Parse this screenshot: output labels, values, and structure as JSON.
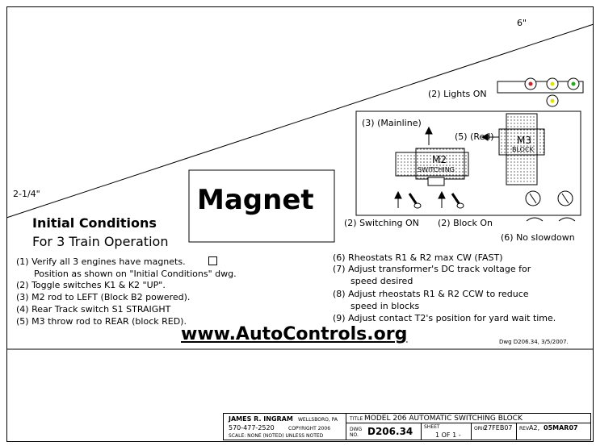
{
  "dimensions": {
    "width_label": "6\"",
    "height_label": "2-1/4\""
  },
  "magnet_label": "Magnet",
  "heading": {
    "line1": "Initial Conditions",
    "line2": "For 3 Train Operation"
  },
  "left_steps": [
    "(1)  Verify all 3 engines have magnets.",
    "Position as shown on \"Initial Conditions\" dwg.",
    "(2)  Toggle switches K1 & K2 \"UP\".",
    "(3)  M2 rod to LEFT (Block B2 powered).",
    "(4)  Rear Track switch S1 STRAIGHT",
    "(5)  M3 throw rod to REAR (block RED)."
  ],
  "right_steps": [
    "(6)  Rheostats R1 & R2 max CW (FAST)",
    "(7)  Adjust transformer's DC track voltage for",
    "speed desired",
    "(8)  Adjust rheostats R1 & R2 CCW to reduce",
    "speed in blocks",
    "(9)  Adjust contact T2's position for yard wait time."
  ],
  "website": "www.AutoControls.org",
  "dwg_note": "Dwg D206.34,  3/5/2007.",
  "panel": {
    "lights": "(2) Lights ON",
    "mainline": "(3) (Mainline)",
    "red": "(5)  (Red)",
    "m2": "M2",
    "m2_sub": "SWITCHING",
    "m3": "M3",
    "m3_sub": "BLOCK",
    "switching_on": "(2) Switching ON",
    "block_on": "(2) Block On",
    "no_slowdown": "(6) No slowdown"
  },
  "title_block": {
    "author": "JAMES R. INGRAM",
    "author_loc": "WELLSBORO, PA",
    "phone": "570-477-2520",
    "copyright": "COPYRIGHT 2006",
    "scale": "SCALE: NONE  (NOTED) UNLESS NOTED",
    "title_label": "TITLE",
    "title": "MODEL 206  AUTOMATIC SWITCHING BLOCK",
    "dwg_label": "DWG NO.",
    "dwg_no": "D206.34",
    "sheet_label": "SHEET",
    "sheet": "1 OF 1 -",
    "orig_label": "ORIG",
    "orig": "27FEB07",
    "rev_label": "REV",
    "rev": "A2,",
    "rev_date": "05MAR07"
  },
  "colors": {
    "line": "#000000",
    "light_red": "#cc2222",
    "light_yellow": "#e8e000",
    "light_green": "#22aa22"
  }
}
